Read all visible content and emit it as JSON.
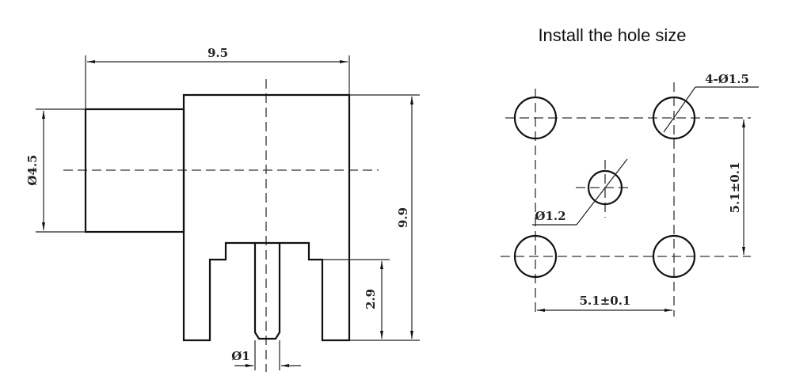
{
  "title": "Install the hole size",
  "side_view": {
    "width_dim": "9.5",
    "barrel_diameter_dim": "Ø4.5",
    "height_dim": "9.9",
    "leg_height_dim": "2.9",
    "pin_diameter_dim": "Ø1"
  },
  "hole_layout": {
    "outer_holes_dim": "4-Ø1.5",
    "center_hole_dim": "Ø1.2",
    "vertical_spacing_dim": "5.1±0.1",
    "horizontal_spacing_dim": "5.1±0.1"
  }
}
